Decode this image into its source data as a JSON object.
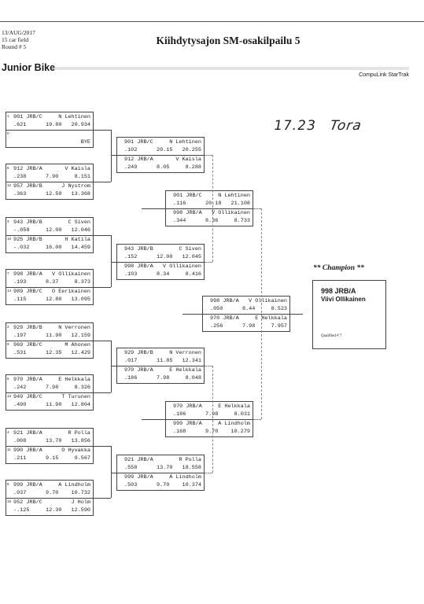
{
  "header": {
    "date": "13/AUG/2017",
    "field": "15 car field",
    "round": "Round # 5",
    "title": "Kiihdytysajon SM-osakilpailu 5",
    "class_name": "Junior Bike",
    "software": "CompuLink StarTrak"
  },
  "handwriting": {
    "time": "17.23",
    "sig": "Tora"
  },
  "champion": {
    "label": "** Champion **",
    "car": "998 JRB/A",
    "name": "Viivi Ollikainen",
    "qualified": "Qualified # 7"
  },
  "round1": [
    {
      "top": {
        "seed": "1",
        "car": "901 JRB/C",
        "rider": "N Lehtinen",
        "rt": ".621",
        "et": "19.80",
        "speed": "20.934"
      },
      "bot": {
        "seed": "0",
        "bye": "BYE"
      }
    },
    {
      "top": {
        "seed": "5",
        "car": "912 JRB/A",
        "rider": "V Kaisla",
        "rt": ".238",
        "et": "7.90",
        "speed": "8.151"
      },
      "bot": {
        "seed": "12",
        "car": "957 JRB/B",
        "rider": "J Nystrom",
        "rt": ".363",
        "et": "12.50",
        "speed": "13.368"
      }
    },
    {
      "top": {
        "seed": "3",
        "car": "943 JRB/B",
        "rider": "C Siven",
        "rt": "-.058",
        "et": "12.00",
        "speed": "12.046"
      },
      "bot": {
        "seed": "10",
        "car": "925 JRB/B",
        "rider": "H Katila",
        "rt": "-.032",
        "et": "16.00",
        "speed": "14.459"
      }
    },
    {
      "top": {
        "seed": "7",
        "car": "998 JRB/A",
        "rider": "V Ollikainen",
        "rt": ".193",
        "et": "8.37",
        "speed": "8.373"
      },
      "bot": {
        "seed": "14",
        "car": "989 JRB/C",
        "rider": "O Eerikainen",
        "rt": ".115",
        "et": "12.80",
        "speed": "13.095"
      }
    },
    {
      "top": {
        "seed": "2",
        "car": "929 JRB/B",
        "rider": "N Verronen",
        "rt": ".197",
        "et": "11.90",
        "speed": "12.159"
      },
      "bot": {
        "seed": "9",
        "car": "969 JRB/C",
        "rider": "M Ahonen",
        "rt": ".531",
        "et": "12.35",
        "speed": "12.429"
      }
    },
    {
      "top": {
        "seed": "6",
        "car": "970 JRB/A",
        "rider": "E Helkkala",
        "rt": ".242",
        "et": "7.98",
        "speed": "8.326"
      },
      "bot": {
        "seed": "13",
        "car": "949 JRB/C",
        "rider": "T Turunen",
        "rt": ".490",
        "et": "11.90",
        "speed": "12.804"
      }
    },
    {
      "top": {
        "seed": "4",
        "car": "921 JRB/A",
        "rider": "R Polla",
        "rt": ".008",
        "et": "13.70",
        "speed": "13.856"
      },
      "bot": {
        "seed": "11",
        "car": "990 JRB/A",
        "rider": "O Hyvakka",
        "rt": ".211",
        "et": "9.15",
        "speed": "9.567"
      }
    },
    {
      "top": {
        "seed": "8",
        "car": "999 JRB/A",
        "rider": "A Lindholm",
        "rt": ".037",
        "et": "9.70",
        "speed": "10.732"
      },
      "bot": {
        "seed": "15",
        "car": "952 JRB/C",
        "rider": "J Holm",
        "rt": "-.125",
        "et": "12.30",
        "speed": "12.590"
      }
    }
  ],
  "round2": [
    {
      "top": {
        "car": "901 JRB/C",
        "rider": "N Lehtinen",
        "rt": ".102",
        "et": "20.15",
        "speed": "20.255"
      },
      "bot": {
        "car": "912 JRB/A",
        "rider": "V Kaisla",
        "rt": ".249",
        "et": "8.05",
        "speed": "8.288"
      }
    },
    {
      "top": {
        "car": "943 JRB/B",
        "rider": "C Siven",
        "rt": ".152",
        "et": "12.00",
        "speed": "12.045"
      },
      "bot": {
        "car": "998 JRB/A",
        "rider": "V Ollikainen",
        "rt": ".103",
        "et": "8.34",
        "speed": "8.416"
      }
    },
    {
      "top": {
        "car": "929 JRB/B",
        "rider": "N Verronen",
        "rt": ".017",
        "et": "11.85",
        "speed": "12.341"
      },
      "bot": {
        "car": "970 JRB/A",
        "rider": "E Helkkala",
        "rt": ".186",
        "et": "7.98",
        "speed": "8.048"
      }
    },
    {
      "top": {
        "car": "921 JRB/A",
        "rider": "R Polla",
        "rt": ".558",
        "et": "13.70",
        "speed": "18.558"
      },
      "bot": {
        "car": "999 JRB/A",
        "rider": "A Lindholm",
        "rt": ".503",
        "et": "9.70",
        "speed": "10.374"
      }
    }
  ],
  "round3": [
    {
      "top": {
        "car": "901 JRB/C",
        "rider": "N Lehtinen",
        "rt": ".116",
        "et": "20.18",
        "speed": "21.108"
      },
      "bot": {
        "car": "998 JRB/A",
        "rider": "V Ollikainen",
        "rt": ".344",
        "et": "8.36",
        "speed": "8.733"
      }
    },
    {
      "top": {
        "car": "970 JRB/A",
        "rider": "E Helkkala",
        "rt": ".186",
        "et": "7.98",
        "speed": "8.031"
      },
      "bot": {
        "car": "999 JRB/A",
        "rider": "A Lindholm",
        "rt": ".168",
        "et": "9.70",
        "speed": "10.279"
      }
    }
  ],
  "final": [
    {
      "top": {
        "car": "998 JRB/A",
        "rider": "V Ollikainen",
        "rt": ".050",
        "et": "8.44",
        "speed": "8.523"
      },
      "bot": {
        "car": "970 JRB/A",
        "rider": "E Helkkala",
        "rt": ".256",
        "et": "7.98",
        "speed": "7.957"
      }
    }
  ]
}
